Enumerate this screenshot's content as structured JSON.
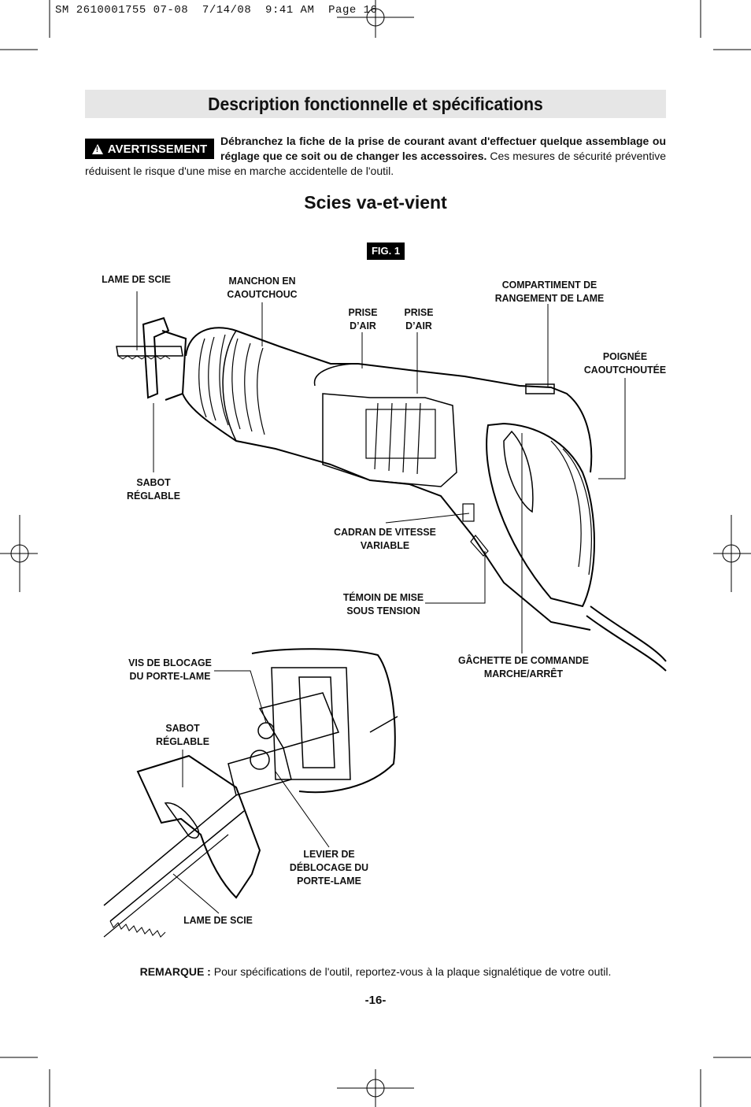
{
  "print_slug": "SM 2610001755 07-08  7/14/08  9:41 AM  Page 16",
  "header": {
    "title": "Description fonctionnelle et spécifications"
  },
  "warning": {
    "badge_label": "AVERTISSEMENT",
    "bold_text": "Débranchez la fiche de la prise de courant avant d'effectuer quelque assemblage ou réglage que ce soit ou de changer les accessoires.",
    "normal_text": " Ces mesures de sécurité préventive réduisent le risque d'une mise en marche accidentelle de l'outil."
  },
  "section_title": "Scies va-et-vient",
  "figure": {
    "label": "FIG. 1",
    "callouts": {
      "lame_de_scie_top": "LAME DE SCIE",
      "manchon": "MANCHON EN CAOUTCHOUC",
      "prise_air_1": "PRISE D’AIR",
      "prise_air_2": "PRISE D’AIR",
      "compartiment": "COMPARTIMENT DE RANGEMENT DE LAME",
      "poignee": "POIGNÉE CAOUTCHOUTÉE",
      "sabot_top": "SABOT RÉGLABLE",
      "cadran": "CADRAN DE VITESSE VARIABLE",
      "temoin": "TÉMOIN DE MISE SOUS TENSION",
      "gachette": "GÂCHETTE DE COMMANDE MARCHE/ARRÊT",
      "vis_blocage": "VIS DE BLOCAGE DU PORTE-LAME",
      "sabot_bottom": "SABOT RÉGLABLE",
      "levier": "LEVIER DE DÉBLOCAGE DU PORTE-LAME",
      "lame_de_scie_bottom": "LAME DE SCIE"
    }
  },
  "note": {
    "label": "REMARQUE :",
    "text": " Pour spécifications de l'outil, reportez-vous à la plaque signalétique de votre outil."
  },
  "page_number": "-16-"
}
